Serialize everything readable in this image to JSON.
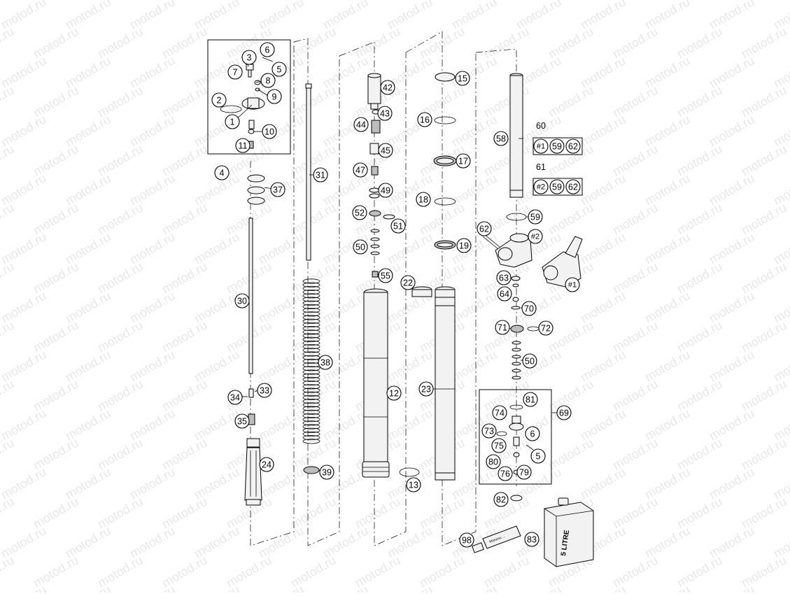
{
  "watermark": "motod.ru",
  "callouts": {
    "c1": "1",
    "c2": "2",
    "c3": "3",
    "c4": "4",
    "c5": "5",
    "c6": "6",
    "c7": "7",
    "c8": "8",
    "c9": "9",
    "c10": "10",
    "c11": "11",
    "c12": "12",
    "c13": "13",
    "c15": "15",
    "c16": "16",
    "c17": "17",
    "c18": "18",
    "c19": "19",
    "c22": "22",
    "c23": "23",
    "c24": "24",
    "c30": "30",
    "c31": "31",
    "c33": "33",
    "c34": "34",
    "c35": "35",
    "c37": "37",
    "c38": "38",
    "c39": "39",
    "c42": "42",
    "c43": "43",
    "c44": "44",
    "c45": "45",
    "c47": "47",
    "c49": "49",
    "c50a": "50",
    "c50b": "50",
    "c51": "51",
    "c52": "52",
    "c55": "55",
    "c58": "58",
    "c59a": "59",
    "c59b": "59",
    "c59c": "59",
    "c60": "60",
    "c61": "61",
    "c62a": "62",
    "c62b": "62",
    "c62c": "62",
    "c63": "63",
    "c64": "64",
    "c69": "69",
    "c70": "70",
    "c71": "71",
    "c72": "72",
    "c73": "73",
    "c74": "74",
    "c75": "75",
    "c76": "76",
    "c79": "79",
    "c80": "80",
    "c81": "81",
    "c82": "82",
    "c83": "83",
    "c98": "98",
    "c6b": "6",
    "c5b": "5",
    "cL1": "#1",
    "cL2": "#2",
    "cS1": "#1",
    "cS2": "#2"
  },
  "can_label": "5 LITRE",
  "tube_label": "Motorex ...",
  "colors": {
    "line": "#000000",
    "fill": "#f2f2f2",
    "shade": "#bdbdbd"
  }
}
